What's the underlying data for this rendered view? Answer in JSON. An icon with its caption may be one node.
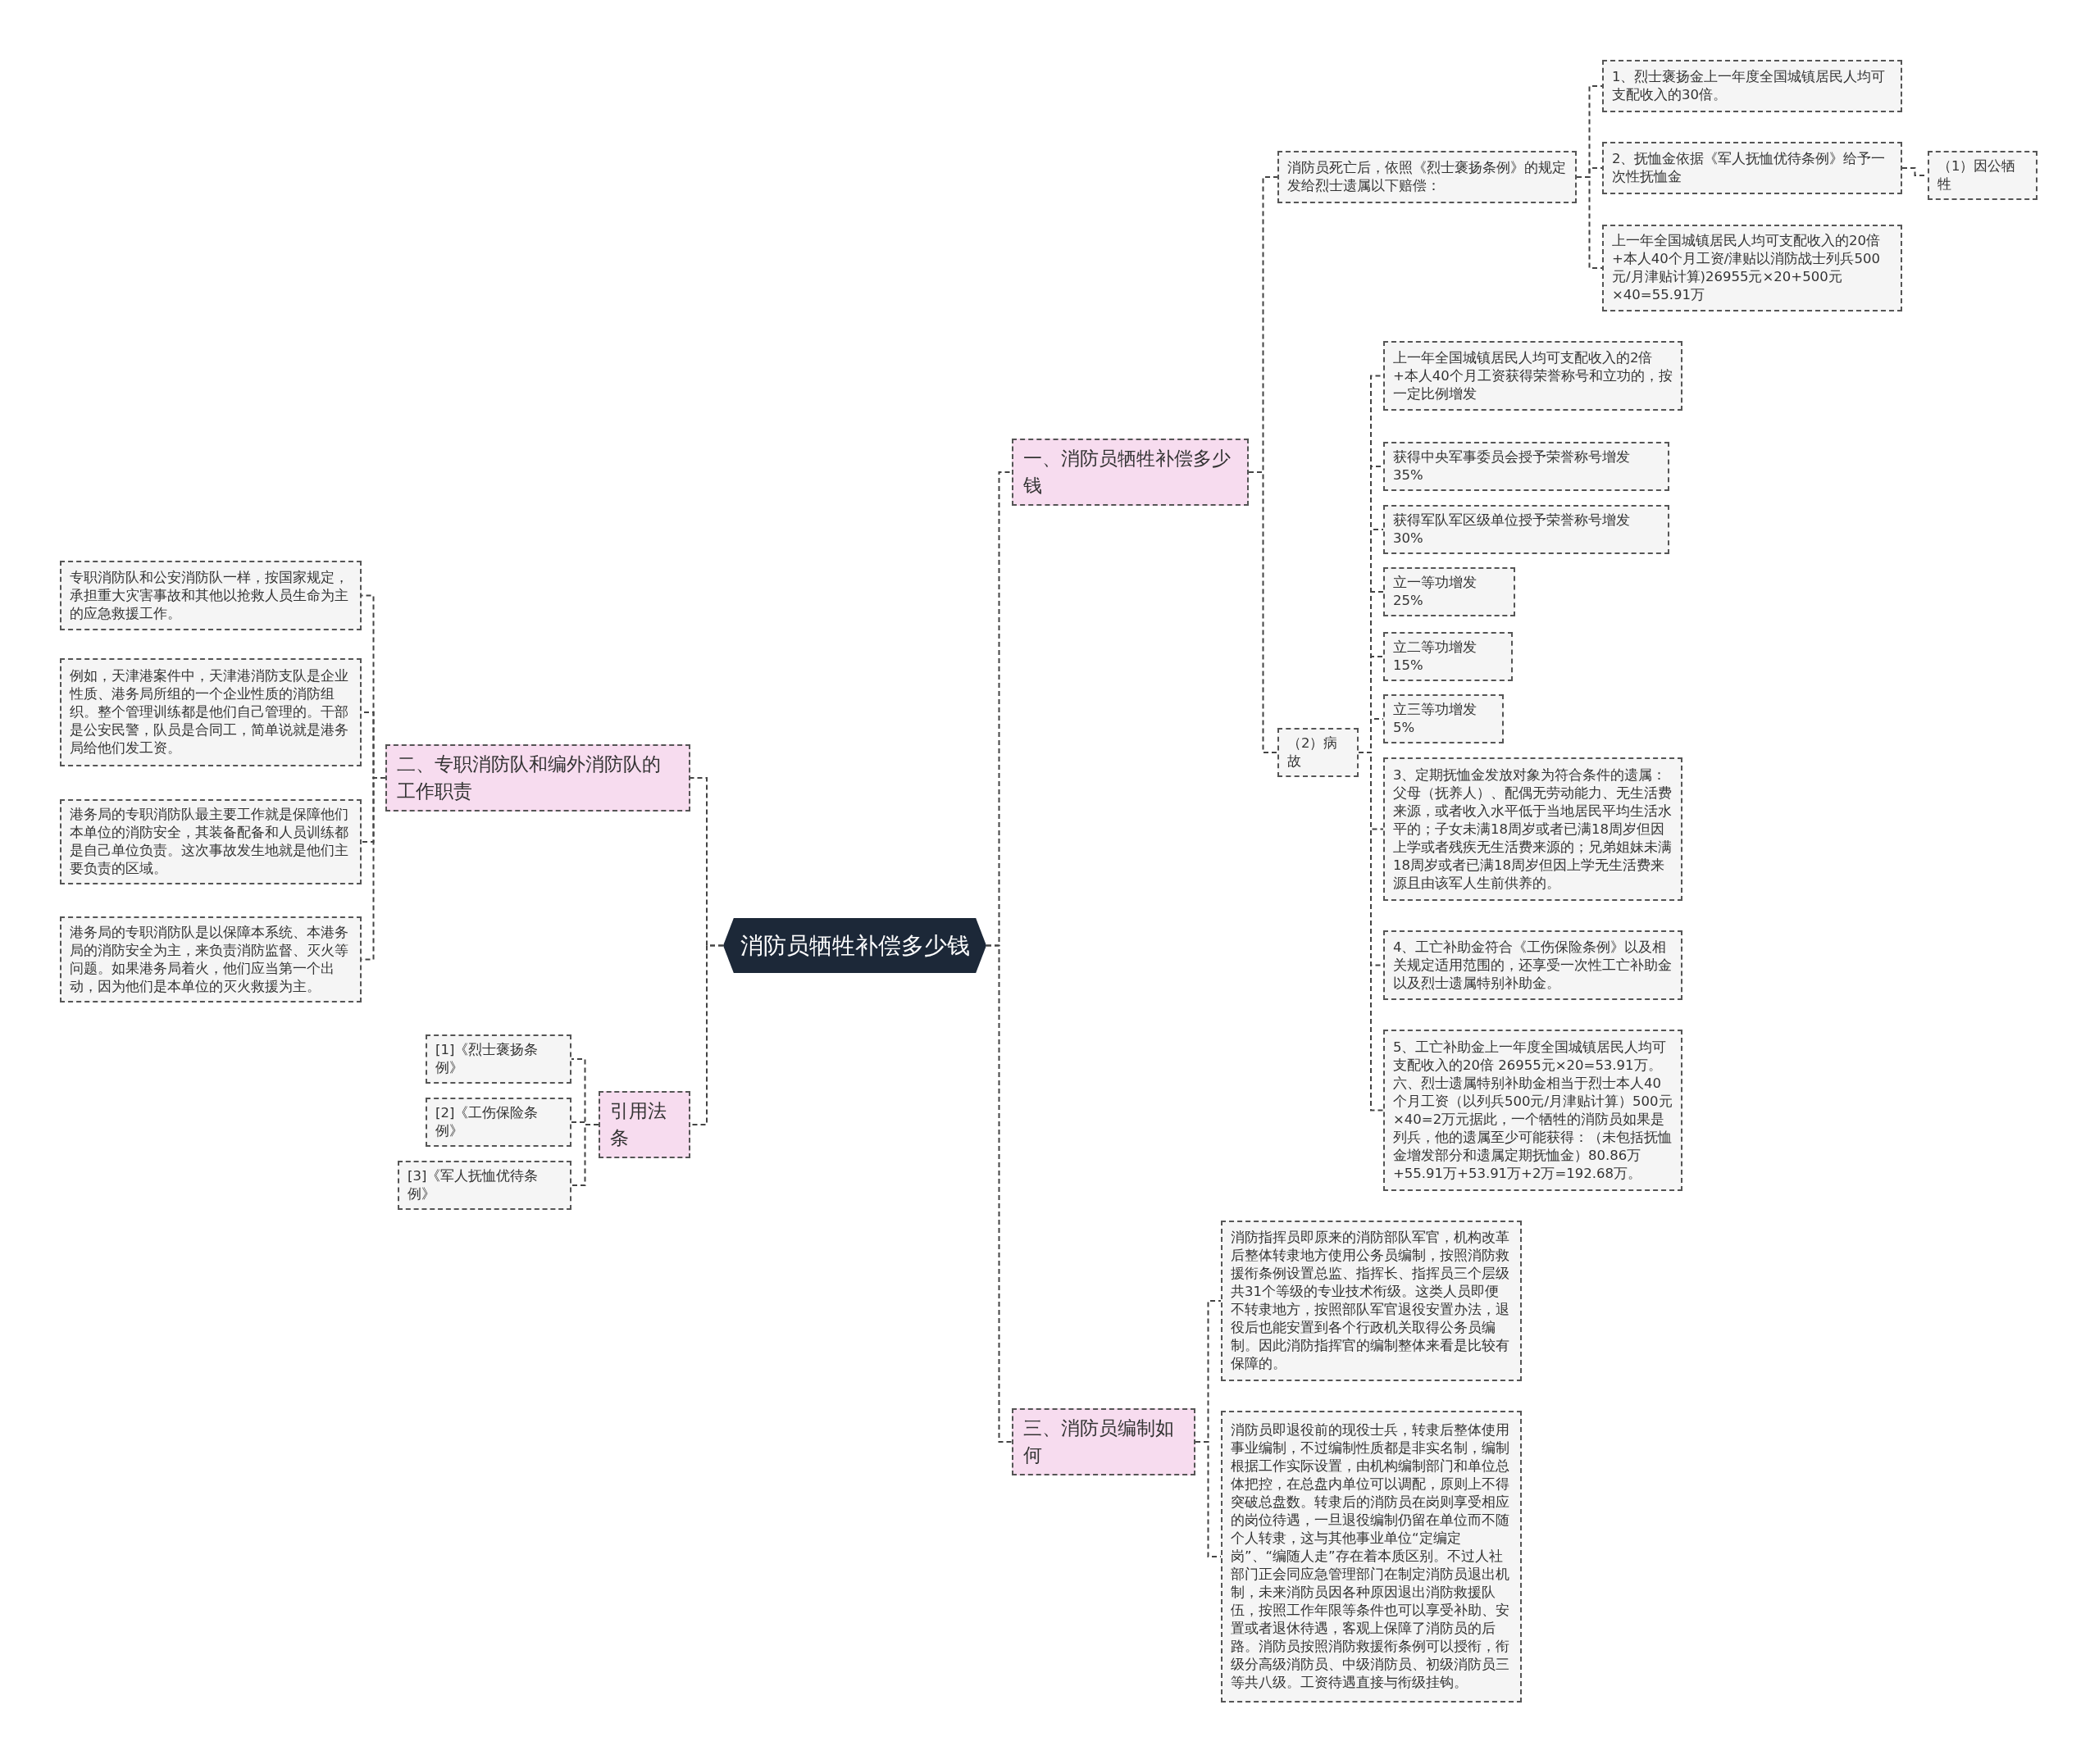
{
  "diagram": {
    "nodes": [
      {
        "text": [
          "消防员牺牲补偿多少钱"
        ]
      },
      {
        "text": [
          "一、消防员牺牲补偿多少钱"
        ]
      },
      {
        "text": [
          "消防员死亡后，依照《烈士褒扬条例》的规定发给烈士遗属以下赔偿："
        ]
      },
      {
        "text": [
          "1、烈士褒扬金上一年度全国城镇居民人均可支配收入的30倍。"
        ]
      },
      {
        "text": [
          "2、抚恤金依据《军人抚恤优待条例》给予一次性抚恤金"
        ]
      },
      {
        "text": [
          "（1）因公牺牲"
        ]
      },
      {
        "text": [
          "上一年全国城镇居民人均可支配收入的20倍+本人40个月工资/津贴以消防战士列兵500元/月津贴计算)26955元×20+500元×40=55.91万"
        ]
      },
      {
        "text": [
          "（2）病故"
        ]
      },
      {
        "text": [
          "上一年全国城镇居民人均可支配收入的2倍+本人40个月工资获得荣誉称号和立功的，按一定比例增发"
        ]
      },
      {
        "text": [
          "获得中央军事委员会授予荣誉称号增发35%"
        ]
      },
      {
        "text": [
          "获得军队军区级单位授予荣誉称号增发30%"
        ]
      },
      {
        "text": [
          "立一等功增发25%"
        ]
      },
      {
        "text": [
          "立二等功增发15%"
        ]
      },
      {
        "text": [
          "立三等功增发5%"
        ]
      },
      {
        "text": [
          "3、定期抚恤金发放对象为符合条件的遗属：父母（抚养人）、配偶无劳动能力、无生活费来源，或者收入水平低于当地居民平均生活水平的；子女未满18周岁或者已满18周岁但因上学或者残疾无生活费来源的；兄弟姐妹未满18周岁或者已满18周岁但因上学无生活费来源且由该军人生前供养的。"
        ]
      },
      {
        "text": [
          "4、工亡补助金符合《工伤保险条例》以及相关规定适用范围的，还享受一次性工亡补助金以及烈士遗属特别补助金。"
        ]
      },
      {
        "text": [
          "5、工亡补助金上一年度全国城镇居民人均可支配收入的20倍 26955元×20=53.91万。六、烈士遗属特别补助金相当于烈士本人40个月工资（以列兵500元/月津贴计算）500元×40=2万元据此，一个牺牲的消防员如果是列兵，他的遗属至少可能获得：（未包括抚恤金增发部分和遗属定期抚恤金）80.86万+55.91万+53.91万+2万=192.68万。"
        ]
      },
      {
        "text": [
          "三、消防员编制如何"
        ]
      },
      {
        "text": [
          "消防指挥员即原来的消防部队军官，机构改革后整体转隶地方使用公务员编制，按照消防救援衔条例设置总监、指挥长、指挥员三个层级共31个等级的专业技术衔级。这类人员即便不转隶地方，按照部队军官退役安置办法，退役后也能安置到各个行政机关取得公务员编制。因此消防指挥官的编制整体来看是比较有保障的。"
        ]
      },
      {
        "text": [
          "消防员即退役前的现役士兵，转隶后整体使用事业编制，不过编制性质都是非实名制，编制根据工作实际设置，由机构编制部门和单位总体把控，在总盘内单位可以调配，原则上不得突破总盘数。转隶后的消防员在岗则享受相应的岗位待遇，一旦退役编制仍留在单位而不随个人转隶，这与其他事业单位“定编定岗”、“编随人走”存在着本质区别。不过人社部门正会同应急管理部门在制定消防员退出机制，未来消防员因各种原因退出消防救援队伍，按照工作年限等条件也可以享受补助、安置或者退休待遇，客观上保障了消防员的后路。消防员按照消防救援衔条例可以授衔，衔级分高级消防员、中级消防员、初级消防员三等共八级。工资待遇直接与衔级挂钩。"
        ]
      },
      {
        "text": [
          "二、专职消防队和编外消防队的工作职责"
        ]
      },
      {
        "text": [
          "专职消防队和公安消防队一样，按国家规定，承担重大灾害事故和其他以抢救人员生命为主的应急救援工作。"
        ]
      },
      {
        "text": [
          "例如，天津港案件中，天津港消防支队是企业性质、港务局所组的一个企业性质的消防组织。整个管理训练都是他们自己管理的。干部是公安民警，队员是合同工，简单说就是港务局给他们发工资。"
        ]
      },
      {
        "text": [
          "港务局的专职消防队最主要工作就是保障他们本单位的消防安全，其装备配备和人员训练都是自己单位负责。这次事故发生地就是他们主要负责的区域。"
        ]
      },
      {
        "text": [
          "港务局的专职消防队是以保障本系统、本港务局的消防安全为主，来负责消防监督、灭火等问题。如果港务局着火，他们应当第一个出动，因为他们是本单位的灭火救援为主。"
        ]
      },
      {
        "text": [
          "引用法条"
        ]
      },
      {
        "text": [
          "[1]《烈士褒扬条例》"
        ]
      },
      {
        "text": [
          "[2]《工伤保险条例》"
        ]
      },
      {
        "text": [
          "[3]《军人抚恤优待条例》"
        ]
      }
    ],
    "edges": [
      {
        "from": 0,
        "to": 1,
        "arrow": "none"
      },
      {
        "from": 1,
        "to": 2,
        "arrow": "none"
      },
      {
        "from": 2,
        "to": 3,
        "arrow": "none"
      },
      {
        "from": 2,
        "to": 4,
        "arrow": "none"
      },
      {
        "from": 4,
        "to": 5,
        "arrow": "none"
      },
      {
        "from": 2,
        "to": 6,
        "arrow": "none"
      },
      {
        "from": 1,
        "to": 7,
        "arrow": "none"
      },
      {
        "from": 7,
        "to": 8,
        "arrow": "none"
      },
      {
        "from": 7,
        "to": 9,
        "arrow": "none"
      },
      {
        "from": 7,
        "to": 10,
        "arrow": "none"
      },
      {
        "from": 7,
        "to": 11,
        "arrow": "none"
      },
      {
        "from": 7,
        "to": 12,
        "arrow": "none"
      },
      {
        "from": 7,
        "to": 13,
        "arrow": "none"
      },
      {
        "from": 7,
        "to": 14,
        "arrow": "none"
      },
      {
        "from": 7,
        "to": 15,
        "arrow": "none"
      },
      {
        "from": 7,
        "to": 16,
        "arrow": "none"
      },
      {
        "from": 0,
        "to": 17,
        "arrow": "none"
      },
      {
        "from": 17,
        "to": 18,
        "arrow": "none"
      },
      {
        "from": 17,
        "to": 19,
        "arrow": "none"
      },
      {
        "from": 0,
        "to": 20,
        "arrow": "none"
      },
      {
        "from": 20,
        "to": 21,
        "arrow": "none"
      },
      {
        "from": 20,
        "to": 22,
        "arrow": "none"
      },
      {
        "from": 20,
        "to": 23,
        "arrow": "none"
      },
      {
        "from": 20,
        "to": 24,
        "arrow": "none"
      },
      {
        "from": 0,
        "to": 25,
        "arrow": "none"
      },
      {
        "from": 25,
        "to": 26,
        "arrow": "none"
      },
      {
        "from": 25,
        "to": 27,
        "arrow": "none"
      },
      {
        "from": 25,
        "to": 28,
        "arrow": "none"
      }
    ]
  }
}
